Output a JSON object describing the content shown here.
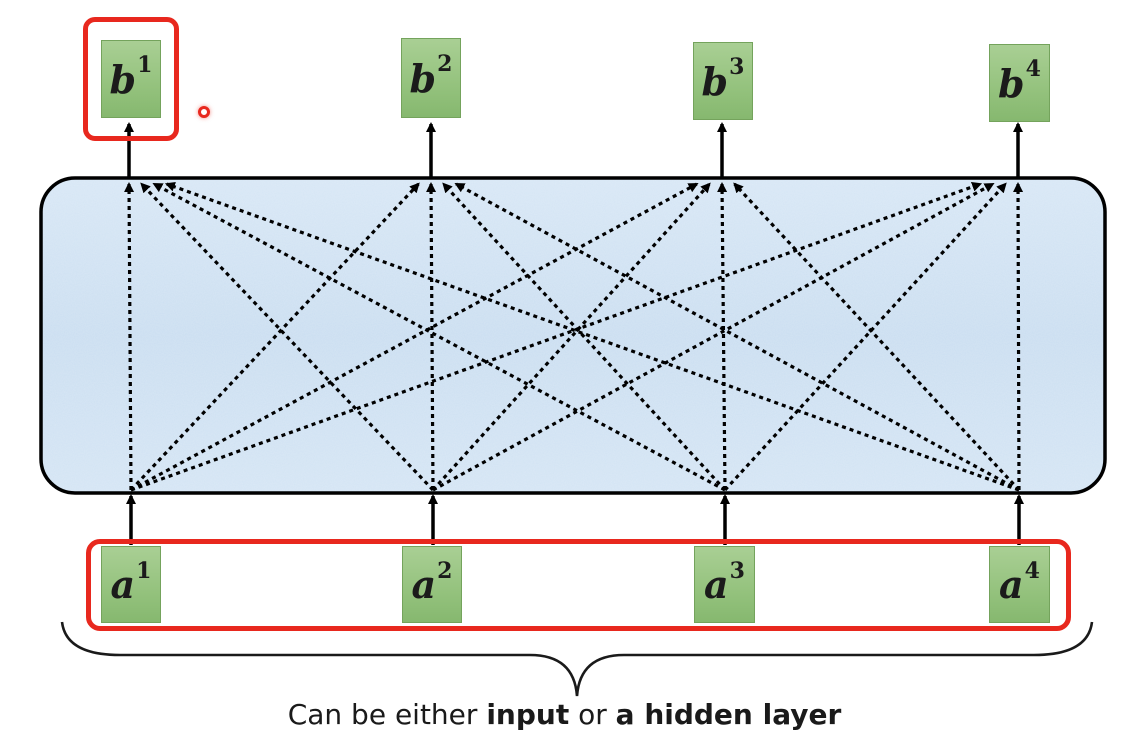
{
  "outputs": [
    {
      "base": "b",
      "sup": "1"
    },
    {
      "base": "b",
      "sup": "2"
    },
    {
      "base": "b",
      "sup": "3"
    },
    {
      "base": "b",
      "sup": "4"
    }
  ],
  "inputs": [
    {
      "base": "a",
      "sup": "1"
    },
    {
      "base": "a",
      "sup": "2"
    },
    {
      "base": "a",
      "sup": "3"
    },
    {
      "base": "a",
      "sup": "4"
    }
  ],
  "caption": {
    "prefix": "Can be either ",
    "bold1": "input",
    "middle": " or ",
    "bold2": "a hidden layer"
  },
  "colors": {
    "highlight": "#e8281e",
    "node_fill": "#98c482",
    "layer_fill": "#cfe2f3"
  }
}
